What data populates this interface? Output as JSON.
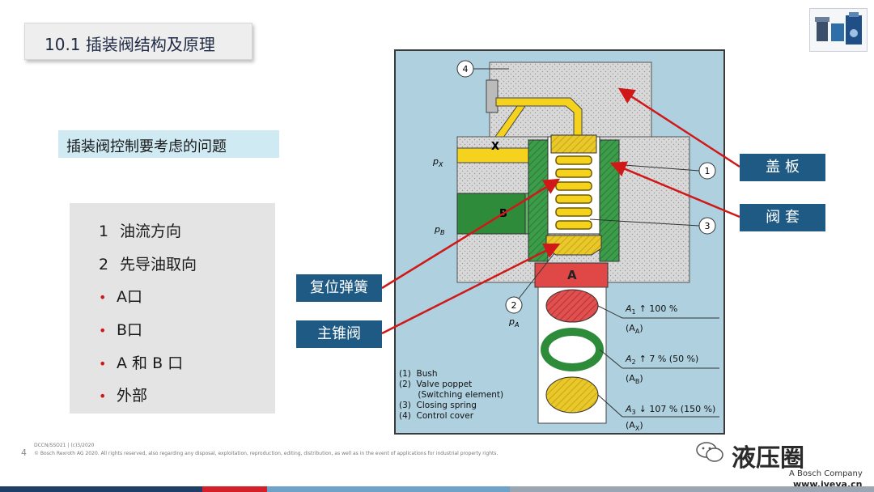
{
  "slide": {
    "title": "10.1 插装阀结构及原理",
    "subtitle": "插装阀控制要考虑的问题",
    "page_number": "4",
    "footer_line1": "DCCN/SSO21 | (c)3/2020",
    "footer_line2": "© Bosch Rexroth AG 2020. All rights reserved, also regarding any disposal, exploitation, reproduction, editing, distribution, as well as in the event of applications for industrial property rights."
  },
  "list": [
    {
      "marker": "1",
      "text": "油流方向"
    },
    {
      "marker": "2",
      "text": "先导油取向"
    },
    {
      "marker": "•",
      "text": "A口"
    },
    {
      "marker": "•",
      "text": "B口"
    },
    {
      "marker": "•",
      "text": "A 和 B 口"
    },
    {
      "marker": "•",
      "text": "外部"
    }
  ],
  "callouts": {
    "cover": "盖 板",
    "sleeve": "阀 套",
    "spring": "复位弹簧",
    "poppet": "主锥阀"
  },
  "diagram": {
    "marker_1": "1",
    "marker_2": "2",
    "marker_3": "3",
    "marker_4": "4",
    "label_x": "X",
    "label_b": "B",
    "label_a": "A",
    "px": "p",
    "px_sub": "X",
    "pb": "p",
    "pb_sub": "B",
    "pa": "p",
    "pa_sub": "A",
    "area1": "A",
    "area1_sub": "1",
    "area1_val": "↑ 100 %",
    "area1_paren": "(A",
    "area1_paren_sub": "A",
    "area2": "A",
    "area2_sub": "2",
    "area2_val": "↑ 7 % (50 %)",
    "area2_paren": "(A",
    "area2_paren_sub": "B",
    "area3": "A",
    "area3_sub": "3",
    "area3_val": "↓ 107 % (150 %)",
    "area3_paren": "(A",
    "area3_paren_sub": "X",
    "legend": [
      "(1)  Bush",
      "(2)  Valve poppet",
      "       (Switching element)",
      "(3)  Closing spring",
      "(4)  Control cover"
    ]
  },
  "watermark": {
    "brand_cn": "液压圈",
    "company": "A Bosch Company",
    "url": "www.iyeya.cn"
  },
  "colors": {
    "callout_bg": "#1e5a84",
    "diagram_bg": "#aed0df",
    "yellow": "#f5d21e",
    "green": "#2e8b3a",
    "red": "#e04848"
  }
}
